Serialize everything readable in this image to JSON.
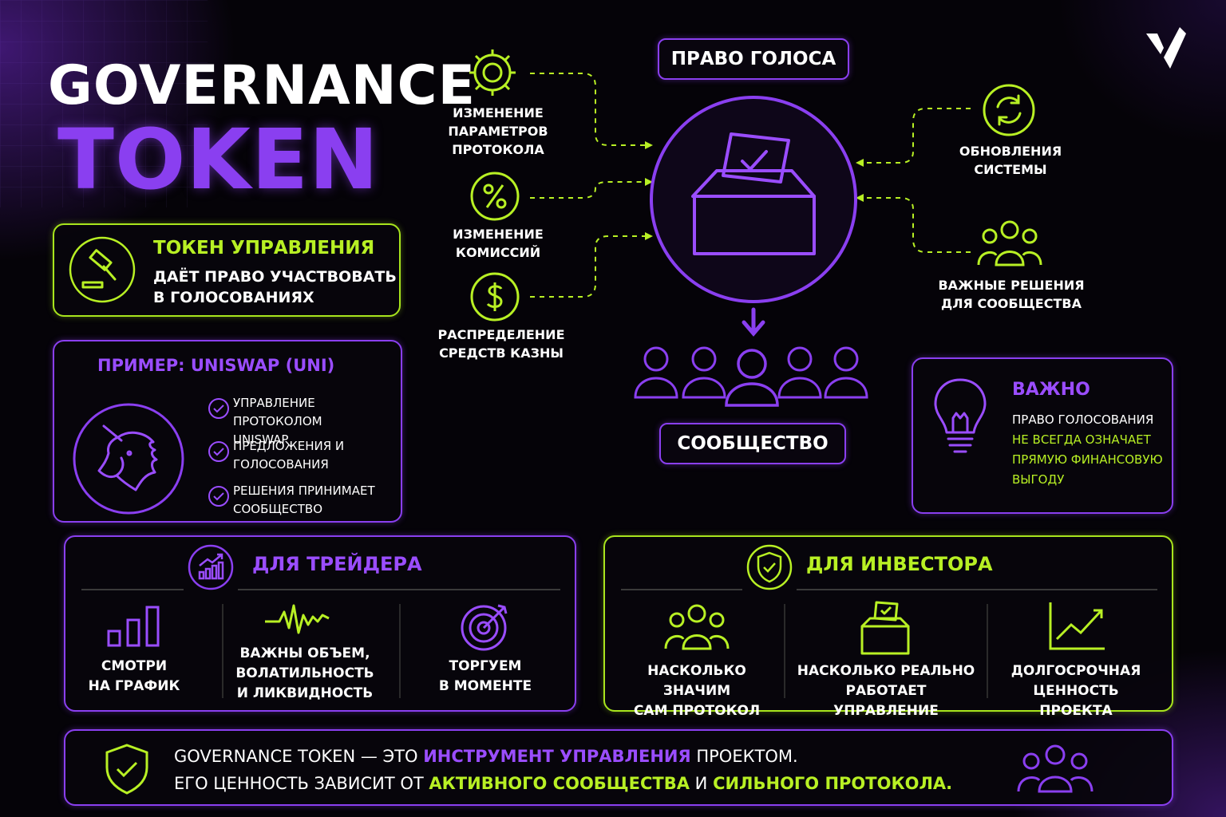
{
  "title": {
    "line1": "GOVERNANCE",
    "line2": "TOKEN"
  },
  "definition": {
    "heading": "ТОКЕН УПРАВЛЕНИЯ",
    "line1": "ДАЁТ ПРАВО УЧАСТВОВАТЬ",
    "line2": "В ГОЛОСОВАНИЯХ"
  },
  "example": {
    "heading": "ПРИМЕР: UNISWAP (UNI)",
    "items": [
      {
        "line1": "УПРАВЛЕНИЕ ПРОТОКОЛОМ",
        "line2": "UNISWAP"
      },
      {
        "line1": "ПРЕДЛОЖЕНИЯ И",
        "line2": "ГОЛОСОВАНИЯ"
      },
      {
        "line1": "РЕШЕНИЯ ПРИНИМАЕТ",
        "line2": "СООБЩЕСТВО"
      }
    ]
  },
  "diagram": {
    "top_label": "ПРАВО ГОЛОСА",
    "bottom_label": "СООБЩЕСТВО",
    "left": [
      {
        "icon": "gear-icon",
        "line1": "ИЗМЕНЕНИЕ",
        "line2": "ПАРАМЕТРОВ",
        "line3": "ПРОТОКОЛА"
      },
      {
        "icon": "percent-icon",
        "line1": "ИЗМЕНЕНИЕ",
        "line2": "КОМИССИЙ"
      },
      {
        "icon": "dollar-icon",
        "line1": "РАСПРЕДЕЛЕНИЕ",
        "line2": "СРЕДСТВ КАЗНЫ"
      }
    ],
    "right": [
      {
        "icon": "refresh-icon",
        "line1": "ОБНОВЛЕНИЯ",
        "line2": "СИСТЕМЫ"
      },
      {
        "icon": "people-icon",
        "line1": "ВАЖНЫЕ РЕШЕНИЯ",
        "line2": "ДЛЯ СООБЩЕСТВА"
      }
    ]
  },
  "important": {
    "heading": "ВАЖНО",
    "line1": "ПРАВО ГОЛОСОВАНИЯ",
    "line2": "НЕ ВСЕГДА ОЗНАЧАЕТ",
    "line3": "ПРЯМУЮ ФИНАНСОВУЮ",
    "line4": "ВЫГОДУ"
  },
  "trader": {
    "heading": "ДЛЯ ТРЕЙДЕРА",
    "items": [
      {
        "icon": "bar-chart-icon",
        "line1": "СМОТРИ",
        "line2": "НА ГРАФИК"
      },
      {
        "icon": "pulse-icon",
        "line1": "ВАЖНЫ ОБЪЕМ,",
        "line2": "ВОЛАТИЛЬНОСТЬ",
        "line3": "И ЛИКВИДНОСТЬ"
      },
      {
        "icon": "target-icon",
        "line1": "ТОРГУЕМ",
        "line2": "В МОМЕНТЕ"
      }
    ]
  },
  "investor": {
    "heading": "ДЛЯ ИНВЕСТОРА",
    "items": [
      {
        "icon": "people-icon",
        "line1": "НАСКОЛЬКО ЗНАЧИМ",
        "line2": "САМ ПРОТОКОЛ"
      },
      {
        "icon": "ballot-box-icon",
        "line1": "НАСКОЛЬКО РЕАЛЬНО",
        "line2": "РАБОТАЕТ УПРАВЛЕНИЕ"
      },
      {
        "icon": "line-chart-icon",
        "line1": "ДОЛГОСРОЧНАЯ",
        "line2": "ЦЕННОСТЬ ПРОЕКТА"
      }
    ]
  },
  "summary": {
    "l1_a": "GOVERNANCE TOKEN — ЭТО ",
    "l1_b": "ИНСТРУМЕНТ УПРАВЛЕНИЯ",
    "l1_c": " ПРОЕКТОМ.",
    "l2_a": "ЕГО ЦЕННОСТЬ ЗАВИСИТ ОТ ",
    "l2_b": "АКТИВНОГО СООБЩЕСТВА",
    "l2_c": " И ",
    "l2_d": "СИЛЬНОГО ПРОТОКОЛА."
  },
  "colors": {
    "lime": "#b8f024",
    "purple": "#8a3ff0",
    "background": "#050308"
  }
}
